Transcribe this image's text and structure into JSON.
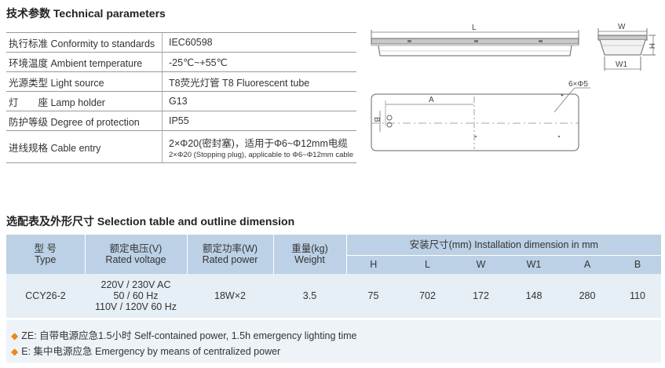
{
  "tech_title": "技术参数 Technical parameters",
  "params": [
    {
      "label": "执行标准 Conformity to standards",
      "value": "IEC60598"
    },
    {
      "label": "环境温度 Ambient temperature",
      "value": "-25℃~+55℃"
    },
    {
      "label": "光源类型 Light source",
      "value": "T8荧光灯管 T8 Fluorescent tube"
    },
    {
      "label": "灯　　座 Lamp holder",
      "value": "G13"
    },
    {
      "label": "防护等级 Degree of protection",
      "value": "IP55"
    },
    {
      "label": "进线规格 Cable entry",
      "value": "2×Φ20(密封塞)，适用于Φ6~Φ12mm电缆",
      "value2": "2×Φ20 (Stopping plug), applicable to Φ6~Φ12mm cable"
    }
  ],
  "drawing": {
    "dim_L": "L",
    "dim_W": "W",
    "dim_H": "H",
    "dim_W1": "W1",
    "dim_A": "A",
    "dim_B": "B",
    "hole_note": "6×Φ5"
  },
  "sel_title": "选配表及外形尺寸 Selection table and outline dimension",
  "sel_headers": {
    "type_cn": "型 号",
    "type_en": "Type",
    "voltage_cn": "额定电压(V)",
    "voltage_en": "Rated voltage",
    "power_cn": "额定功率(W)",
    "power_en": "Rated power",
    "weight_cn": "重量(kg)",
    "weight_en": "Weight",
    "install": "安装尺寸(mm) Installation dimension in mm",
    "sub": [
      "H",
      "L",
      "W",
      "W1",
      "A",
      "B"
    ]
  },
  "sel_row": {
    "type": "CCY26-2",
    "voltage": [
      "220V / 230V AC",
      "50 / 60 Hz",
      "110V / 120V 60 Hz"
    ],
    "power": "18W×2",
    "weight": "3.5",
    "dims": [
      "75",
      "702",
      "172",
      "148",
      "280",
      "110"
    ]
  },
  "notes": [
    "ZE: 自带电源应急1.5小时 Self-contained power, 1.5h emergency lighting time",
    "E: 集中电源应急 Emergency by means of centralized power"
  ],
  "colors": {
    "header_bg": "#bcd1e6",
    "row_bg": "#e6eef6",
    "notes_bg": "#eef3f8",
    "bullet": "#e88a1a"
  },
  "icons": {
    "bullet": "diamond-bullet-icon"
  }
}
